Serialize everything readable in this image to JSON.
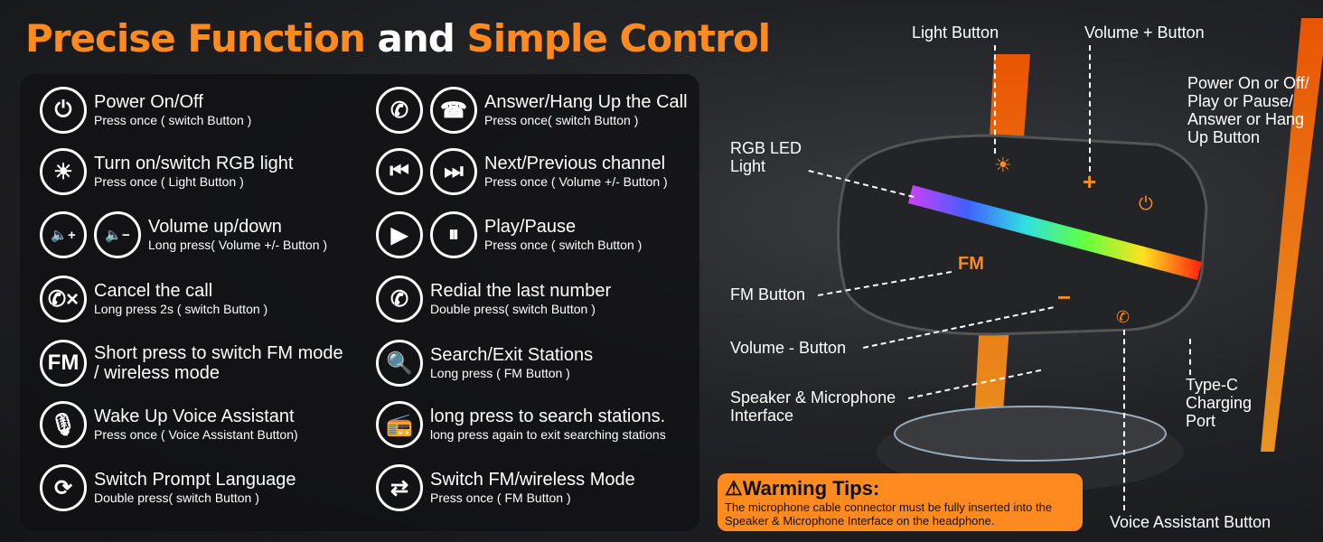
{
  "title": {
    "part1": "Precise Function",
    "part2": "and",
    "part3": "Simple Control"
  },
  "colors": {
    "accent": "#ff8a1f",
    "panel": "#121214"
  },
  "left": [
    {
      "icons": [
        "power-icon"
      ],
      "glyphs": [
        "⏻"
      ],
      "h": "Power On/Off",
      "s": "Press once ( switch Button )"
    },
    {
      "icons": [
        "sun-icon"
      ],
      "glyphs": [
        "☀"
      ],
      "h": "Turn on/switch RGB light",
      "s": "Press once ( Light Button )"
    },
    {
      "icons": [
        "volume-up-icon",
        "volume-down-icon"
      ],
      "glyphs": [
        "🔈+",
        "🔈−"
      ],
      "h": "Volume up/down",
      "s": "Long press( Volume +/- Button )"
    },
    {
      "icons": [
        "cancel-call-icon"
      ],
      "glyphs": [
        "✆×"
      ],
      "h": "Cancel the call",
      "s": "Long press 2s ( switch Button )"
    },
    {
      "icons": [
        "fm-icon"
      ],
      "glyphs": [
        "FM"
      ],
      "h": "Short press to switch FM mode",
      "h2": "/ wireless mode",
      "s": ""
    },
    {
      "icons": [
        "microphone-icon"
      ],
      "glyphs": [
        "🎙"
      ],
      "h": "Wake Up Voice Assistant",
      "s": "Press once ( Voice Assistant Button)"
    },
    {
      "icons": [
        "refresh-icon"
      ],
      "glyphs": [
        "⟳"
      ],
      "h": "Switch Prompt Language",
      "s": "Double press( switch Button )"
    }
  ],
  "right": [
    {
      "icons": [
        "answer-call-icon",
        "hang-up-icon"
      ],
      "glyphs": [
        "✆",
        "☎"
      ],
      "h": "Answer/Hang Up the Call",
      "s": "Press once( switch Button )"
    },
    {
      "icons": [
        "previous-icon",
        "next-icon"
      ],
      "glyphs": [
        "⏮",
        "⏭"
      ],
      "h": "Next/Previous channel",
      "s": "Press once ( Volume +/- Button )"
    },
    {
      "icons": [
        "play-icon",
        "pause-icon"
      ],
      "glyphs": [
        "▶",
        "⏸"
      ],
      "h": "Play/Pause",
      "s": "Press once ( switch Button )"
    },
    {
      "icons": [
        "redial-icon"
      ],
      "glyphs": [
        "✆"
      ],
      "h": "Redial the last number",
      "s": "Double press( switch Button )"
    },
    {
      "icons": [
        "search-icon"
      ],
      "glyphs": [
        "🔍"
      ],
      "h": "Search/Exit Stations",
      "s": "Long press ( FM Button )"
    },
    {
      "icons": [
        "radio-icon"
      ],
      "glyphs": [
        "📻"
      ],
      "h": "long press to search stations.",
      "s": "long press again to exit searching stations"
    },
    {
      "icons": [
        "swap-icon"
      ],
      "glyphs": [
        "⇄"
      ],
      "h": "Switch FM/wireless Mode",
      "s": "Press once ( FM Button )"
    }
  ],
  "callouts": {
    "light": "Light Button",
    "volume_plus": "Volume + Button",
    "power": "Power On or Off/ Play or Pause/ Answer or Hang Up Button",
    "rgb": "RGB LED Light",
    "fm": "FM Button",
    "volume_minus": "Volume - Button",
    "speaker": "Speaker & Microphone Interface",
    "typec": "Type-C Charging Port",
    "voice": "Voice Assistant Button"
  },
  "device": {
    "fm_label": "FM",
    "plus": "+",
    "minus": "−"
  },
  "warning": {
    "title": "Warming Tips:",
    "text": "The microphone cable connector must be fully inserted into the Speaker & Microphone Interface on the headphone."
  }
}
